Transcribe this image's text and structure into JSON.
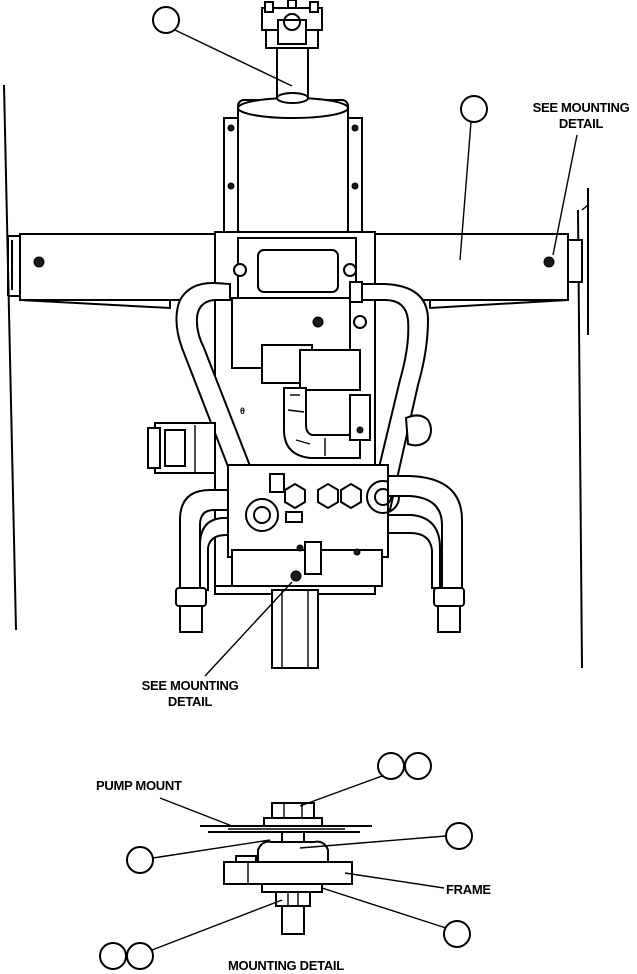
{
  "labels": {
    "see_mounting_right_1": "SEE MOUNTING",
    "see_mounting_right_2": "DETAIL",
    "see_mounting_bottom_1": "SEE MOUNTING",
    "see_mounting_bottom_2": "DETAIL",
    "pump_mount": "PUMP MOUNT",
    "frame": "FRAME",
    "mounting_detail": "MOUNTING DETAIL"
  }
}
